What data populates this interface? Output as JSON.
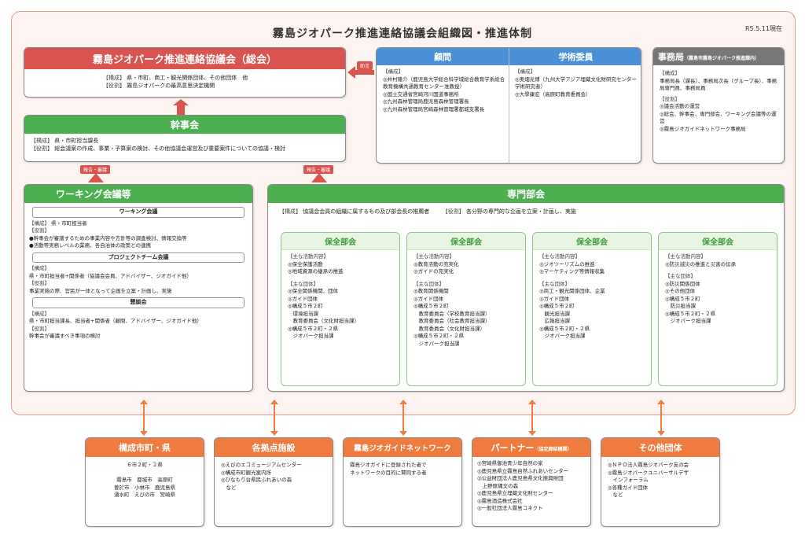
{
  "title": "霧島ジオパーク推進連絡協議会組織図・推進体制",
  "date": "R5.5.11現在",
  "council": {
    "header": "霧島ジオパーク推進連絡協議会（総会）",
    "composition_label": "【構成】",
    "composition": "県・市町、商工・観光関係団体、その他団体　他",
    "role_label": "【役割】",
    "role": "霧島ジオパークの最高意思決定機関"
  },
  "advice_tag": "助言",
  "advisor": {
    "header": "顧問",
    "label": "【構成】",
    "items": [
      "◎井村隆介（鹿児島大学総合科学域総合教育学系総合教育機構共通教育センター准教授）",
      "◎国土交通省宮崎河川国道事務所",
      "◎九州森林管理局鹿児島森林管理署長",
      "◎九州森林管理局宮崎森林管理署都城支署長"
    ]
  },
  "academic": {
    "header": "学術委員",
    "label": "【構成】",
    "items": [
      "◎奥畑光博（九州大学アジア埋蔵文化財研究センター学術研究者）",
      "◎大學康宏（高原町教育委員会）"
    ]
  },
  "secretariat": {
    "header": "事務局",
    "header_sub": "（霧島市霧島ジオパーク推進課内）",
    "comp_label": "【構成】",
    "comp": "事務局長（課長）、事務局次長（グループ長）、事務局専門員、事務局員",
    "role_label": "【役割】",
    "roles": [
      "◎議会活動の運営",
      "◎総会、幹事会、専門部会、ワーキング会議等の運営",
      "◎霧島ジオガイドネットワーク事務局"
    ]
  },
  "executive": {
    "header": "幹事会",
    "comp_label": "【構成】",
    "comp": "県・市町担当課長",
    "role_label": "【役割】",
    "role": "総会議案の作成、事業・予算案の検討、その他協議会運営及び重要案件についての協議・検討"
  },
  "report_tag_1": "報告・審議",
  "report_tag_2": "報告・審議",
  "working": {
    "header": "ワーキング会議等",
    "sections": [
      {
        "title": "ワーキング会議",
        "comp_label": "【構成】",
        "comp": "県・市町担当者",
        "role_label": "【役割】",
        "role": "●幹事会が審議するための事業内容や方針等の調査検討、情報交換等\n●活動等実務レベルの業務、各自治体の政策との連携"
      },
      {
        "title": "プロジェクトチーム会議",
        "comp_label": "【構成】",
        "comp": "県・市町担当者+関係者（協議会会員、アドバイザー、ジオガイド他）",
        "role_label": "【役割】",
        "role": "事業実施の際、官民が一体となって企画を立案・計画し、実施"
      },
      {
        "title": "懇談会",
        "comp_label": "【構成】",
        "comp": "県・市町担当課長、担当者+関係者（顧問、アドバイザー、ジオガイド他）",
        "role_label": "【役割】",
        "role": "幹事会が審議すべき事項の検討"
      }
    ]
  },
  "specialist": {
    "header": "専門部会",
    "comp_label": "【構成】",
    "comp": "協議会会員の組織に属するもの及び部会長の推薦者",
    "role_label": "【役割】",
    "role": "各分野の専門的な企画を立案・計画し、実施",
    "teams": [
      {
        "name": "保全部会",
        "act_label": "【主な活動内容】",
        "acts": "◎保全保護活動\n◎地域資源の継承の推進",
        "org_label": "【主な団体】",
        "orgs": "◎保全関係機関、団体\n◎ガイド団体\n◎構成５市２町\n　環境担当課\n　教育委員会（文化財担当課）\n◎構成５市２町・２県\n　ジオパーク担当課"
      },
      {
        "name": "保全部会",
        "act_label": "【主な活動内容】",
        "acts": "◎教育活動の充実化\n◎ガイドの充実化",
        "org_label": "【主な団体】",
        "orgs": "◎教育関係機関\n◎ガイド団体\n◎構成５市２町\n　教育委員会（学校教育担当課）\n　教育委員会（社会教育担当課）\n　教育委員会（文化財担当課）\n◎構成５市２町・２県\n　ジオパーク担当課"
      },
      {
        "name": "保全部会",
        "act_label": "【主な活動内容】",
        "acts": "◎ジオツーリズムの推進\n◎マーケティング等情報収集",
        "org_label": "【主な団体】",
        "orgs": "◎商工・観光関係団体、企業\n◎ガイド団体\n◎構成５市２町\n　観光担当課\n　広報担当課\n◎構成５市２町・２県\n　ジオパーク担当課"
      },
      {
        "name": "保全部会",
        "act_label": "【主な活動内容】",
        "acts": "◎防災減災の推進と災害の伝承",
        "org_label": "【主な団体】",
        "orgs": "◎防災関係団体\n◎その他団体\n◎構成５市２町\n　防災担当課\n◎構成５市２町・２県\n　ジオパーク担当課"
      }
    ]
  },
  "bottom": [
    {
      "header": "構成市町・県",
      "body": "６市２町・２県\n\n霧島市　都城市　高原町\n曽於市　小林市　鹿児島県\n湧水町　えびの市　宮崎県"
    },
    {
      "header": "各拠点施設",
      "body": "◎えびのエコミュージアムセンター\n◎構成市町観光案内所\n◎ひなもり台県民ふれあいの森\n　など"
    },
    {
      "header": "霧島ジオガイドネットワーク",
      "body": "霧島ジオガイドに登録された者で\nネットワークの目的に賛同する者"
    },
    {
      "header": "パートナー",
      "header_sub": "（協定締結機関）",
      "body": "◎宮崎県御池青少年自然の家\n◎鹿児島県立霧島自然ふれあいセンター\n◎公益財団法人鹿児島県文化振興財団\n　上野原縄文の森\n◎鹿児島県立埋蔵文化財センター\n◎霧島酒造株式会社\n◎一般社団法人霧島コネクト"
    },
    {
      "header": "その他団体",
      "body": "◎ＮＰＯ法人霧島ジオパーク友の会\n◎霧島ジオパークユニバーサルデザ\n　インフォーラム\n◎各種ガイド団体\n　など"
    }
  ]
}
